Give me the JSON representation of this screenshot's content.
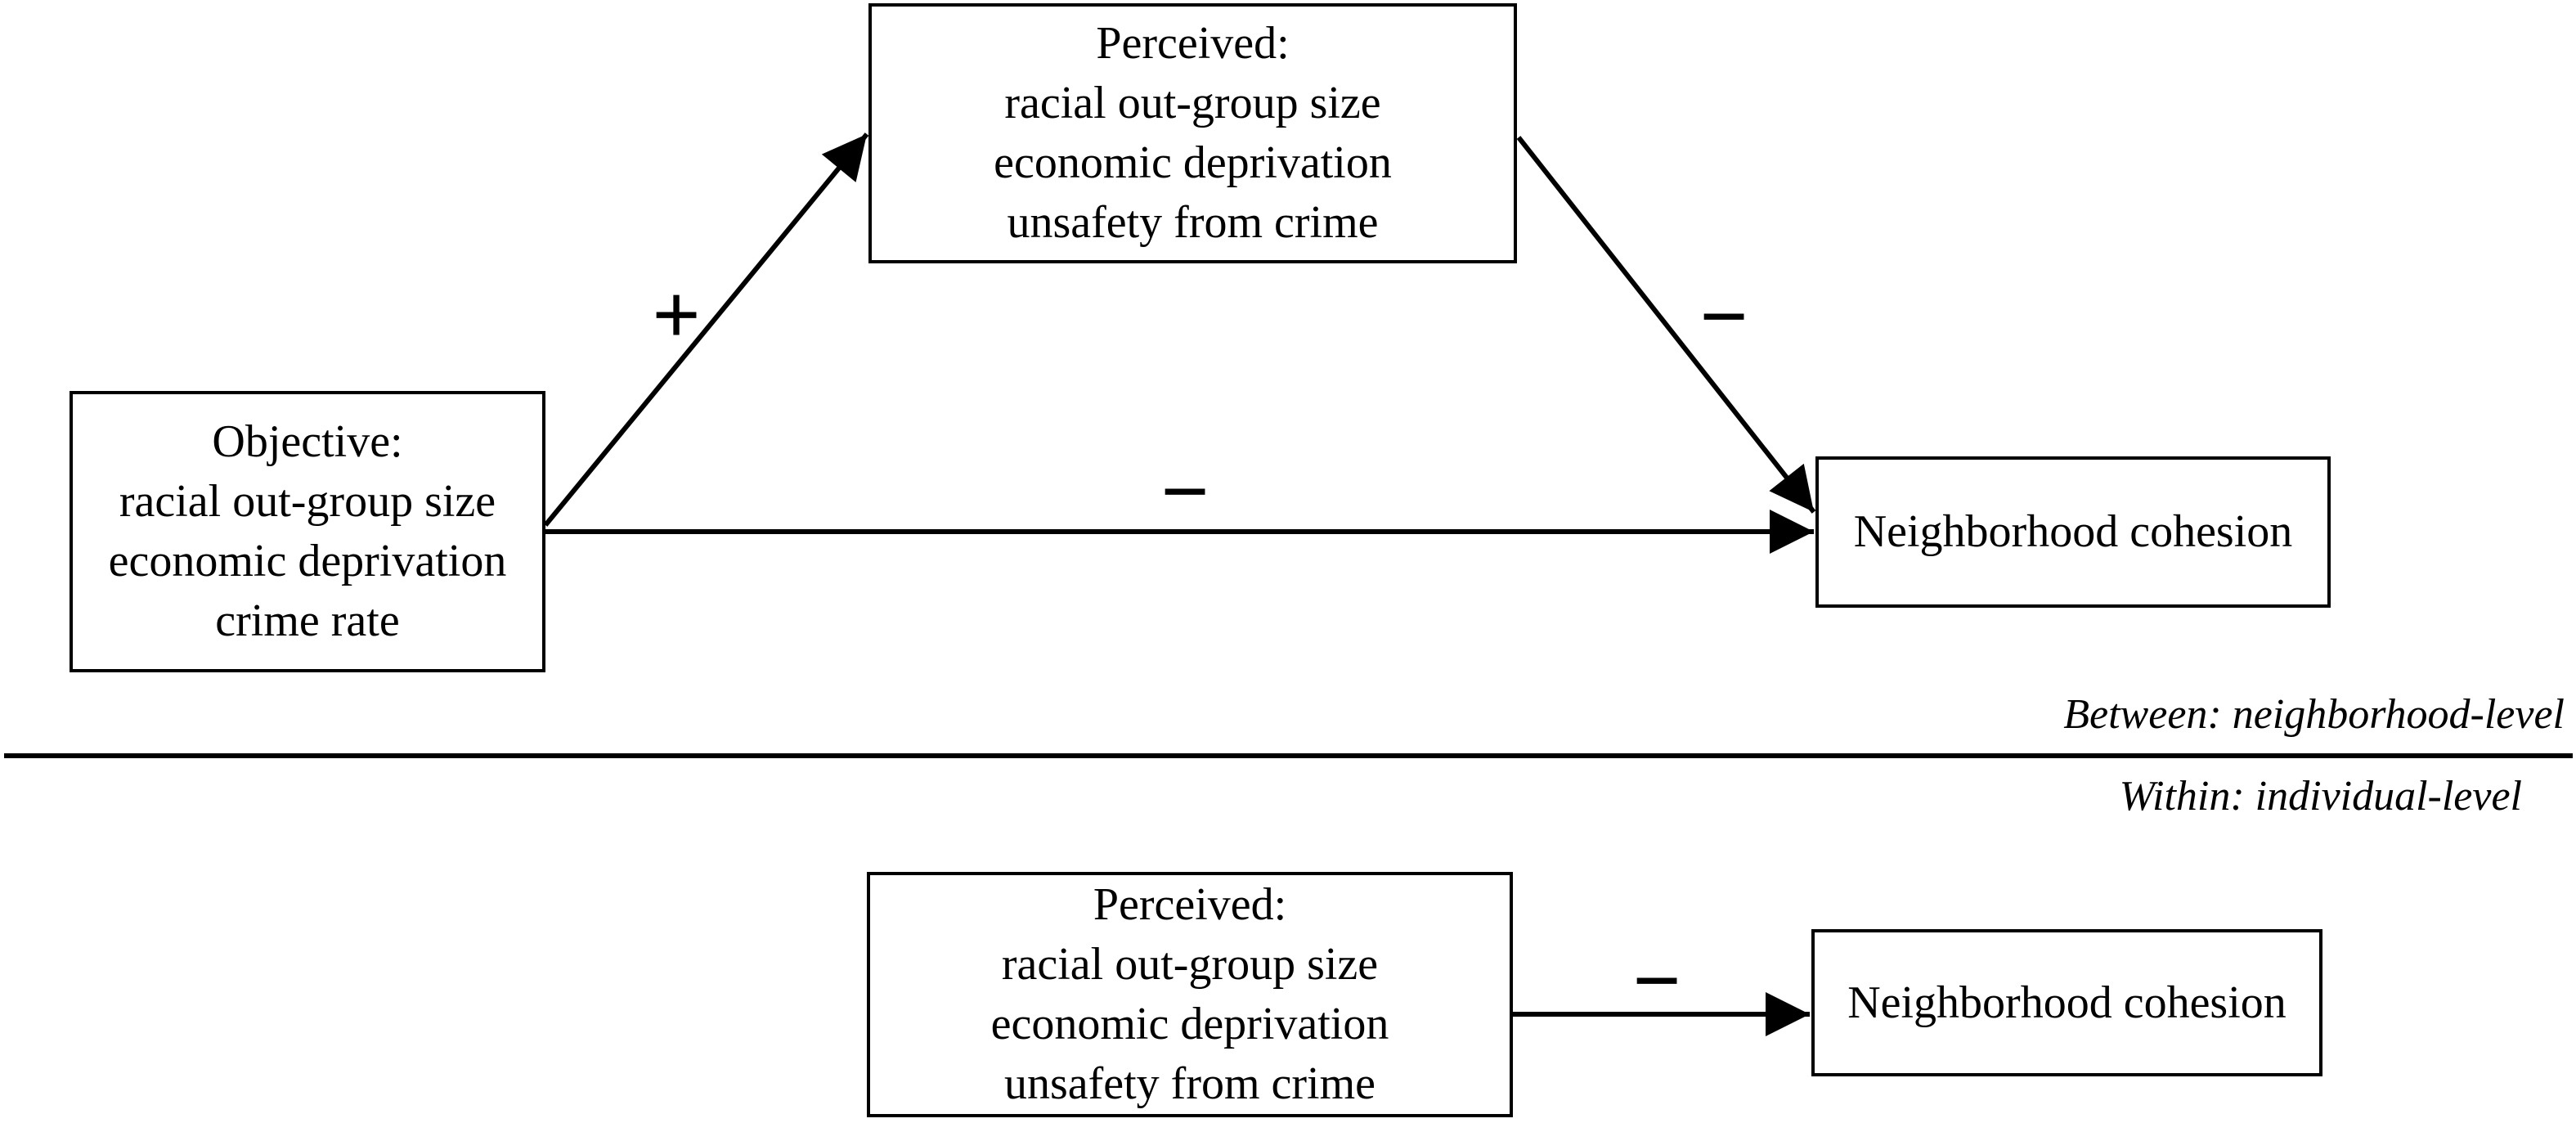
{
  "figure": {
    "bg_color": "#ffffff",
    "ink_color": "#000000",
    "between_section": {
      "level_label": "Between: neighborhood-level",
      "objective_box": {
        "line1": "Objective:",
        "line2": "racial out-group size",
        "line3": "economic deprivation",
        "line4": "crime rate"
      },
      "perceived_box": {
        "line1": "Perceived:",
        "line2": "racial out-group size",
        "line3": "economic deprivation",
        "line4": "unsafety from crime"
      },
      "cohesion_box": {
        "label": "Neighborhood cohesion"
      },
      "path_objective_to_perceived_sign": "+",
      "path_perceived_to_cohesion_sign": "−",
      "path_objective_to_cohesion_sign": "−"
    },
    "within_section": {
      "level_label": "Within: individual-level",
      "perceived_box": {
        "line1": "Perceived:",
        "line2": "racial out-group size",
        "line3": "economic deprivation",
        "line4": "unsafety from crime"
      },
      "cohesion_box": {
        "label": "Neighborhood cohesion"
      },
      "path_perceived_to_cohesion_sign": "−"
    }
  }
}
